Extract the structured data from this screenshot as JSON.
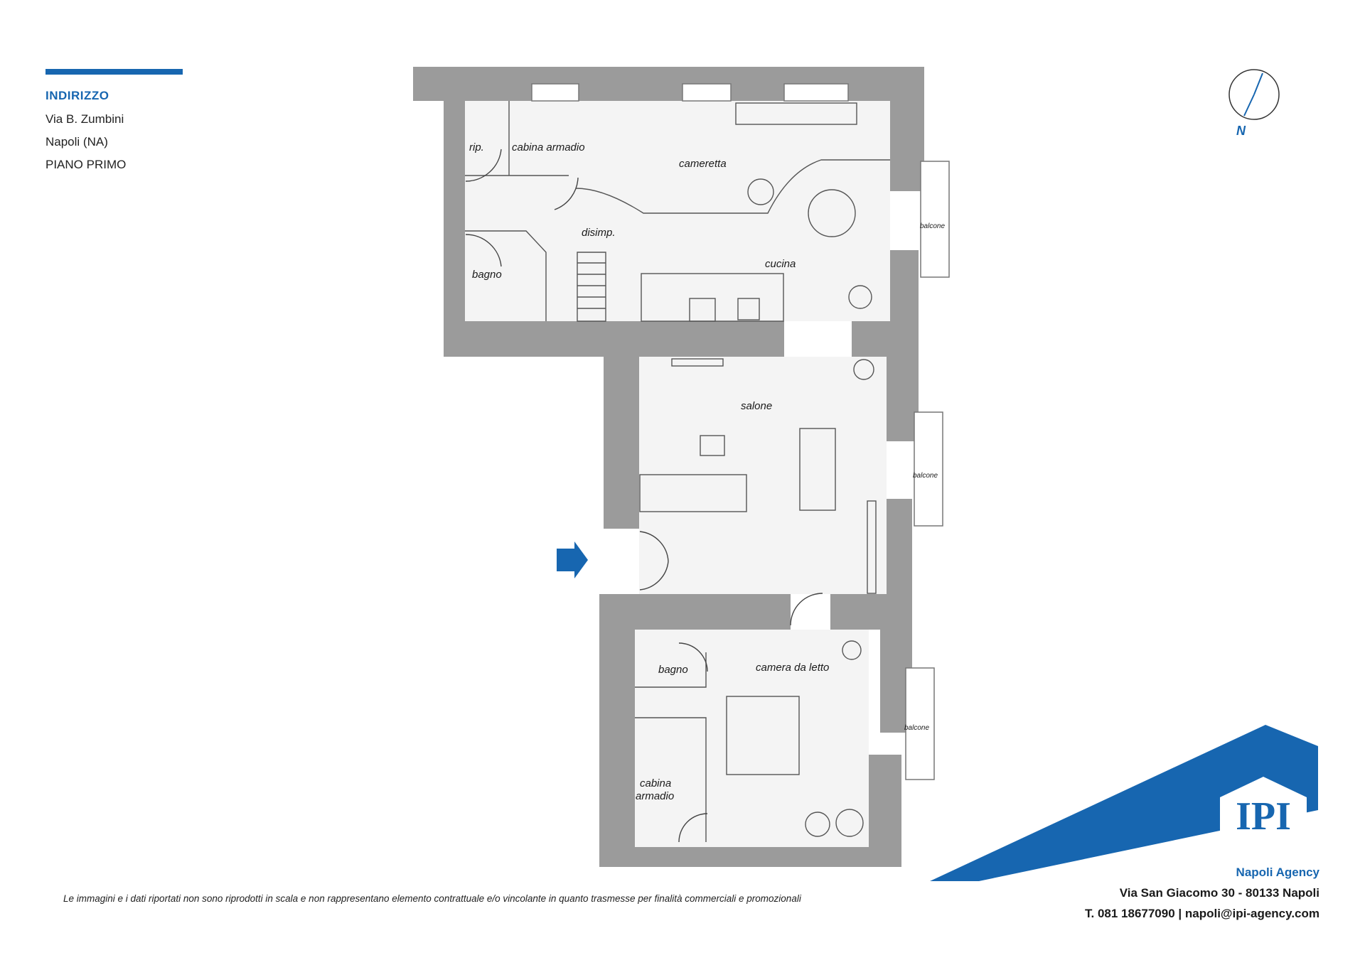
{
  "address": {
    "title": "INDIRIZZO",
    "street": "Via B. Zumbini",
    "city": "Napoli (NA)",
    "floor": "PIANO PRIMO"
  },
  "compass": {
    "label": "N"
  },
  "rooms": {
    "rip": "rip.",
    "cabina_armadio_top": "cabina armadio",
    "cameretta": "cameretta",
    "disimp": "disimp.",
    "bagno_top": "bagno",
    "cucina": "cucina",
    "salone": "salone",
    "bagno_bottom": "bagno",
    "camera_da_letto": "camera da letto",
    "cabina_bottom_1": "cabina",
    "cabina_bottom_2": "armadio",
    "balcone_1": "balcone",
    "balcone_2": "balcone",
    "balcone_3": "balcone"
  },
  "logo": {
    "text": "IPI"
  },
  "disclaimer": "Le immagini e i dati riportati non sono riprodotti in scala e non rappresentano elemento contrattuale e/o vincolante in quanto trasmesse per finalità commerciali e promozionali",
  "agency": {
    "name": "Napoli Agency",
    "address": "Via San Giacomo 30 - 80133 Napoli",
    "contact": "T. 081 18677090 | napoli@ipi-agency.com"
  },
  "colors": {
    "brand": "#1766b0",
    "wall": "#9b9b9b",
    "floor": "#f4f4f4"
  }
}
